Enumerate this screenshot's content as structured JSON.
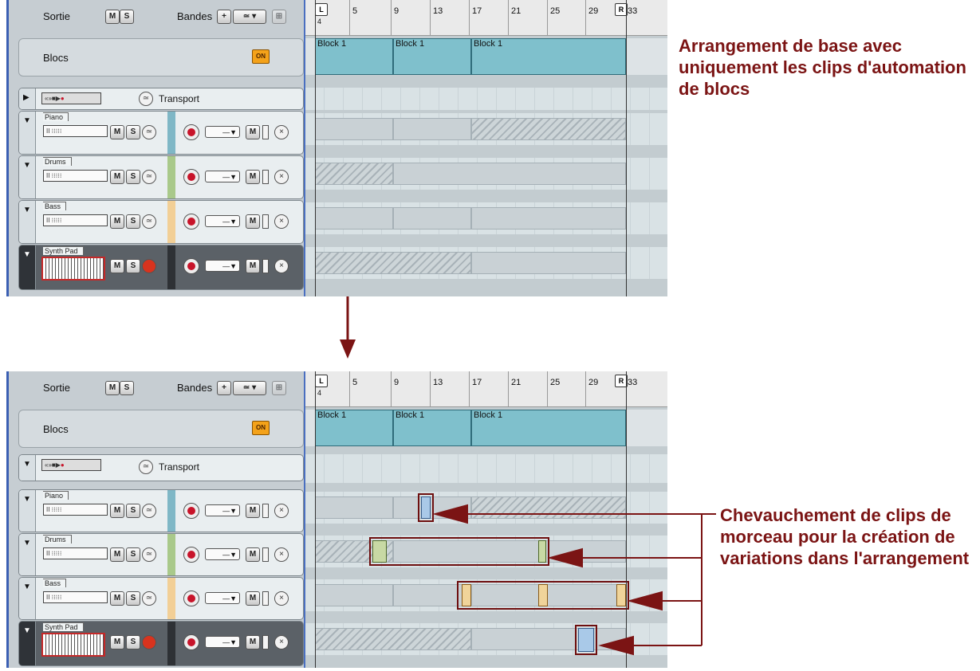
{
  "header": {
    "output_label": "Sortie",
    "mute": "M",
    "solo": "S",
    "bands_label": "Bandes",
    "add": "+",
    "blocks_label": "Blocs",
    "on": "ON"
  },
  "tracks": [
    {
      "name": "Transport",
      "type": "transport"
    },
    {
      "name": "Piano",
      "color": "#7fb7c6"
    },
    {
      "name": "Drums",
      "color": "#a9c98a"
    },
    {
      "name": "Bass",
      "color": "#f2cf96"
    },
    {
      "name": "Synth Pad",
      "color": "#3b3f44"
    }
  ],
  "ruler": {
    "ticks": [
      "5",
      "9",
      "13",
      "17",
      "21",
      "25",
      "29",
      "33"
    ],
    "left_locator": "L",
    "right_locator": "R",
    "left_sub": "4"
  },
  "blocks": [
    "Block 1",
    "Block 1",
    "Block 1"
  ],
  "annotations": {
    "top": "Arrangement de base avec uniquement les clips d'automation de blocs",
    "bottom": "Chevauchement de clips de morceau pour la création de variations dans l'arrangement"
  },
  "colors": {
    "accent": "#7b1414",
    "block": "#7fc0cc",
    "record": "#c8142a"
  }
}
